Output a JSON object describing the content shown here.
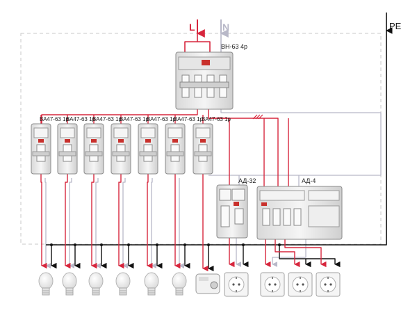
{
  "supply": {
    "phase_label": "L",
    "neutral_label": "N",
    "earth_label": "PE"
  },
  "main_switch": {
    "label": "ВН-63 4р"
  },
  "branch_breakers": [
    {
      "label": "ВА47-63 1р"
    },
    {
      "label": "ВА47-63 1р"
    },
    {
      "label": "ВА47-63 1р"
    },
    {
      "label": "ВА47-63 1р"
    },
    {
      "label": "ВА47-63 1р"
    },
    {
      "label": "ВА47-63 1р"
    },
    {
      "label": "ВА47-63 1р"
    }
  ],
  "rcbo_1p": {
    "label": "АД-32"
  },
  "rcbo_4p": {
    "label": "АД-4"
  },
  "colors": {
    "phase": "#d7263d",
    "neutral": "#b8b8c8",
    "earth": "#111111",
    "enclosure": "#c8c8c8",
    "device_body": "#ececec",
    "device_outline": "#8a8a8a",
    "lamp_glass": "#f4f4f4"
  },
  "icons": {
    "lamp": "light-bulb-icon",
    "socket": "power-socket-icon",
    "appliance": "boiler-appliance-icon"
  }
}
